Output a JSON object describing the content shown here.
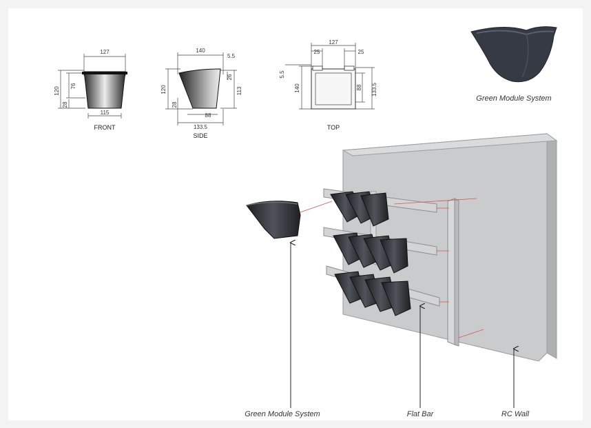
{
  "views": {
    "front": {
      "label": "FRONT",
      "dims": {
        "top_width": "127",
        "bottom_width": "115",
        "height": "120",
        "inner_height": "76",
        "base": "28"
      }
    },
    "side": {
      "label": "SIDE",
      "dims": {
        "top_width": "140",
        "lip": "5.5",
        "depth_top": "26",
        "height_right": "113",
        "height_left": "120",
        "base": "28",
        "bottom_inner": "88",
        "bottom_width": "133.5"
      }
    },
    "top": {
      "label": "TOP",
      "dims": {
        "width": "127",
        "left_tab": "25",
        "right_tab": "25",
        "lip": "5.5",
        "depth": "140",
        "inner": "88",
        "overall": "133.5"
      }
    }
  },
  "callouts": {
    "module_photo": "Green Module System",
    "module_bottom": "Green Module System",
    "flat_bar": "Flat Bar",
    "rc_wall": "RC Wall"
  },
  "colors": {
    "wall": "#c9cbcc",
    "wall_side": "#aeb1b2",
    "pot": "#2f3136",
    "bar": "#d2d4d5",
    "red_line": "#d9534f"
  }
}
